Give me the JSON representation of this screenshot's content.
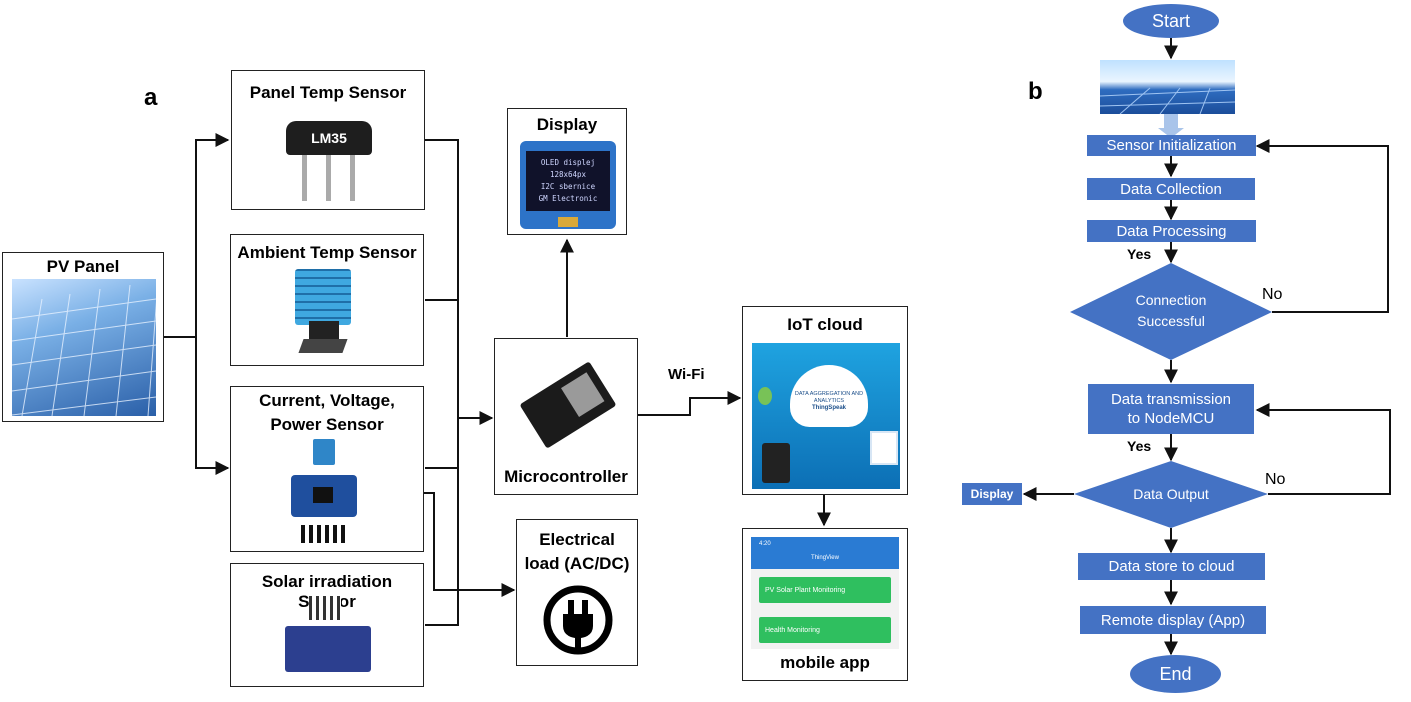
{
  "panel_a": {
    "letter": "a",
    "pv_panel": {
      "title": "PV Panel"
    },
    "panel_temp_sensor": {
      "title": "Panel Temp Sensor",
      "chip_label": "LM35"
    },
    "ambient_temp_sensor": {
      "title": "Ambient Temp Sensor"
    },
    "cvp_sensor": {
      "title_line1": "Current, Voltage,",
      "title_line2": "Power Sensor"
    },
    "solar_irradiation_sensor": {
      "title": "Solar irradiation Sensor"
    },
    "display": {
      "title": "Display",
      "screen_lines": [
        "OLED displej",
        "128x64px",
        "I2C sbernice",
        "GM Electronic"
      ]
    },
    "microcontroller": {
      "title": "Microcontroller"
    },
    "wifi_label": "Wi-Fi",
    "iot_cloud": {
      "title": "IoT cloud",
      "cloud_text": "DATA AGGREGATION AND ANALYTICS",
      "brand": "ThingSpeak"
    },
    "electrical_load": {
      "title_line1": "Electrical",
      "title_line2": "load (AC/DC)"
    },
    "mobile_app": {
      "title": "mobile app",
      "status_time": "4:20",
      "app_name": "ThingView",
      "buttons": [
        "PV Solar Plant Monitoring",
        "Health Monitoring"
      ]
    }
  },
  "panel_b": {
    "letter": "b",
    "start": "Start",
    "sensor_init": "Sensor Initialization",
    "data_collection": "Data Collection",
    "data_processing": "Data Processing",
    "yes_1": "Yes",
    "connection_line1": "Connection",
    "connection_line2": "Successful",
    "no_1": "No",
    "data_transmission_line1": "Data transmission",
    "data_transmission_line2": "to NodeMCU",
    "yes_2": "Yes",
    "data_output": "Data Output",
    "no_2": "No",
    "display": "Display",
    "data_store": "Data store to cloud",
    "remote_display": "Remote display (App)",
    "end": "End"
  },
  "colors": {
    "flow_blue": "#4472c4",
    "line": "#111111",
    "app_green": "#2fbf5f"
  }
}
